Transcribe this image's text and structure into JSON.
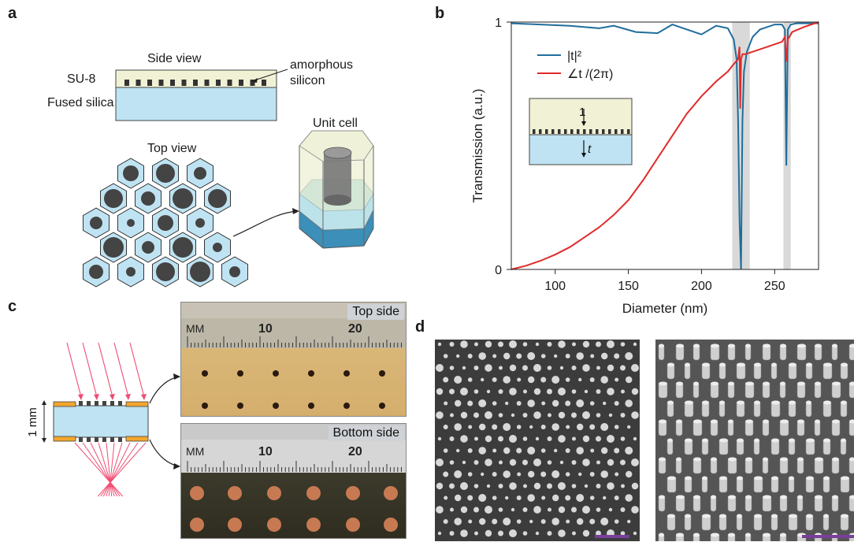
{
  "panels": {
    "a": {
      "letter": "a",
      "side_view": "Side view",
      "su8": "SU-8",
      "fused_silica": "Fused silica",
      "amorphous": "amorphous",
      "silicon": "silicon",
      "top_view": "Top view",
      "unit_cell": "Unit cell"
    },
    "b": {
      "letter": "b"
    },
    "c": {
      "letter": "c",
      "thickness": "1 mm",
      "top_side": "Top side",
      "bottom_side": "Bottom side",
      "ruler_mm": "MM",
      "ruler_10": "10",
      "ruler_20": "20"
    },
    "d": {
      "letter": "d"
    }
  },
  "chart_data": {
    "type": "line",
    "xlabel": "Diameter (nm)",
    "ylabel": "Transmission (a.u.)",
    "xlim": [
      70,
      280
    ],
    "ylim": [
      0,
      1
    ],
    "xticks": [
      "100",
      "150",
      "200",
      "250"
    ],
    "yticks": [
      "0",
      "1"
    ],
    "legend_position": "top-left",
    "inset_labels": {
      "incident": "1",
      "transmitted": "t"
    },
    "resonance_bands": [
      [
        221,
        233
      ],
      [
        256,
        261
      ]
    ],
    "series": [
      {
        "name": "|t|²",
        "color": "#1f6e9c",
        "x": [
          70,
          90,
          110,
          130,
          140,
          155,
          170,
          180,
          190,
          200,
          210,
          218,
          222,
          224,
          225,
          226,
          227,
          228,
          229,
          231,
          235,
          240,
          250,
          255,
          257,
          258,
          259,
          261,
          265,
          280
        ],
        "y": [
          0.995,
          0.99,
          0.985,
          0.975,
          0.985,
          0.96,
          0.955,
          0.99,
          0.97,
          0.95,
          0.985,
          0.975,
          0.93,
          0.85,
          0.6,
          0.2,
          0.0,
          0.6,
          0.8,
          0.88,
          0.94,
          0.97,
          0.99,
          0.99,
          0.97,
          0.42,
          0.97,
          0.99,
          0.995,
          0.995
        ]
      },
      {
        "name": "∠t /(2π)",
        "color": "#e02a2a",
        "x": [
          70,
          80,
          90,
          100,
          110,
          120,
          130,
          140,
          150,
          160,
          170,
          180,
          190,
          200,
          210,
          218,
          222,
          225,
          226,
          226.5,
          227,
          228,
          230,
          235,
          245,
          255,
          257,
          258,
          259,
          262,
          270,
          280
        ],
        "y": [
          0.0,
          0.015,
          0.035,
          0.06,
          0.09,
          0.13,
          0.17,
          0.22,
          0.28,
          0.36,
          0.45,
          0.54,
          0.63,
          0.7,
          0.76,
          0.8,
          0.83,
          0.85,
          0.9,
          0.65,
          0.85,
          0.87,
          0.87,
          0.88,
          0.9,
          0.92,
          0.94,
          0.84,
          0.93,
          0.96,
          0.98,
          1.0
        ]
      }
    ]
  }
}
